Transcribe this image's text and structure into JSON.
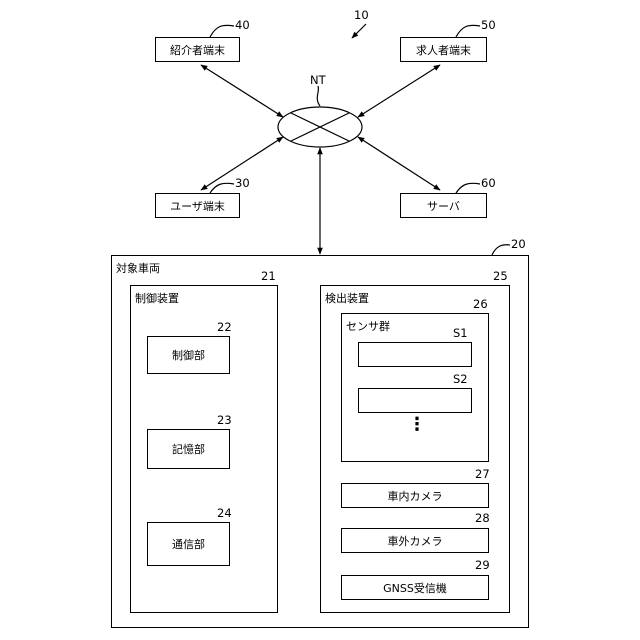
{
  "figure_ref": "10",
  "network": {
    "label": "NT"
  },
  "terminals": {
    "introducer": {
      "label": "紹介者端末",
      "ref": "40"
    },
    "job_seeker": {
      "label": "求人者端末",
      "ref": "50"
    },
    "user": {
      "label": "ユーザ端末",
      "ref": "30"
    },
    "server": {
      "label": "サーバ",
      "ref": "60"
    }
  },
  "vehicle": {
    "label": "対象車両",
    "ref": "20",
    "control_device": {
      "label": "制御装置",
      "ref": "21",
      "units": [
        {
          "label": "制御部",
          "ref": "22"
        },
        {
          "label": "記憶部",
          "ref": "23"
        },
        {
          "label": "通信部",
          "ref": "24"
        }
      ]
    },
    "detection_device": {
      "label": "検出装置",
      "ref": "25",
      "sensor_group": {
        "label": "センサ群",
        "ref": "26",
        "sensors": [
          "S1",
          "S2"
        ],
        "ellipsis": "⋮"
      },
      "devices": [
        {
          "label": "車内カメラ",
          "ref": "27"
        },
        {
          "label": "車外カメラ",
          "ref": "28"
        },
        {
          "label": "GNSS受信機",
          "ref": "29"
        }
      ]
    }
  }
}
